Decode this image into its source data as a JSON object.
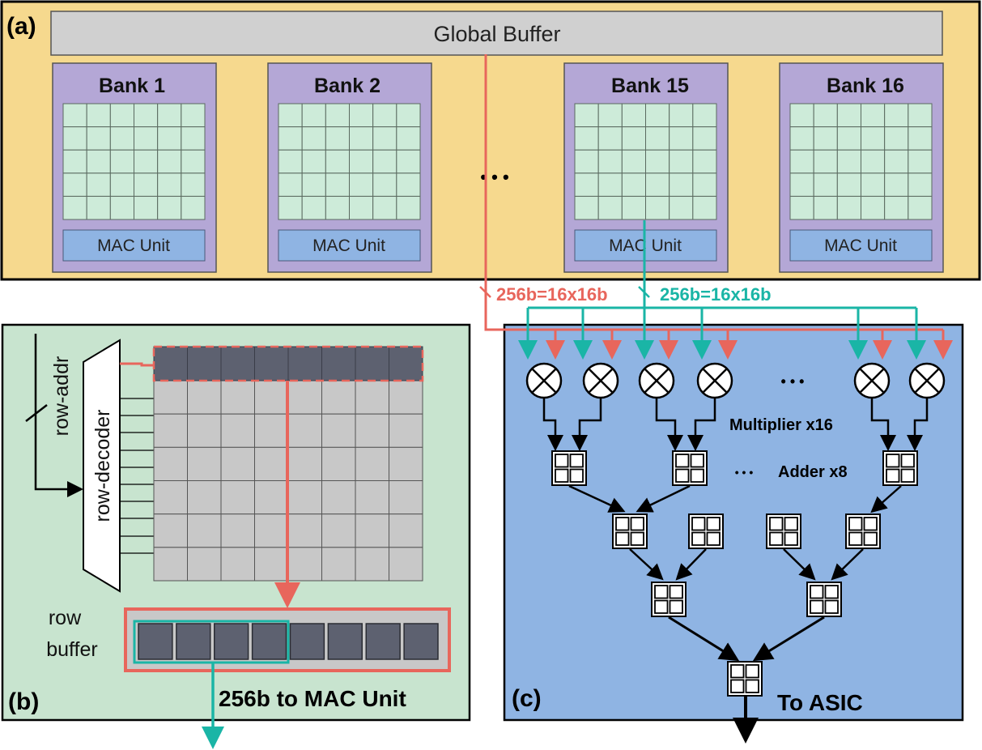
{
  "panel_a": {
    "label": "(a)",
    "global_buffer": "Global Buffer",
    "banks": [
      {
        "title": "Bank 1",
        "mac": "MAC Unit"
      },
      {
        "title": "Bank 2",
        "mac": "MAC Unit"
      },
      {
        "title": "Bank 15",
        "mac": "MAC Unit"
      },
      {
        "title": "Bank 16",
        "mac": "MAC Unit"
      }
    ],
    "ellipsis": "• • •"
  },
  "buses": {
    "red_label": "256b=16x16b",
    "teal_label": "256b=16x16b"
  },
  "panel_b": {
    "label": "(b)",
    "row_addr": "row-addr",
    "row_decoder": "row-decoder",
    "row_buffer_line1": "row",
    "row_buffer_line2": "buffer",
    "output": "256b to MAC Unit"
  },
  "panel_c": {
    "label": "(c)",
    "multiplier": "Multiplier x16",
    "adder": "Adder x8",
    "output": "To ASIC",
    "ellipsis": "• • •"
  },
  "colors": {
    "panel_a_bg": "#f6d98e",
    "bank_bg": "#b4a7d6",
    "cell_bg": "#cdebd9",
    "mac_bg": "#8fb4e3",
    "global_buffer_bg": "#d0d0d0",
    "panel_b_bg": "#c8e4cf",
    "panel_c_bg": "#8fb4e3",
    "red": "#e8665c",
    "teal": "#1ab5a6",
    "dark_cell": "#5d6170",
    "light_cell": "#c8c8c8"
  }
}
